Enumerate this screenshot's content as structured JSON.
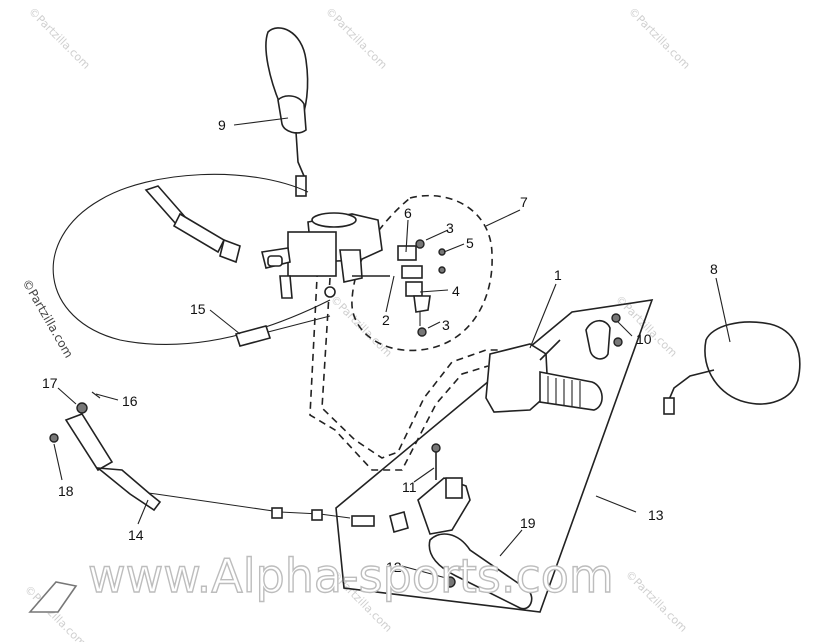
{
  "callouts": [
    {
      "id": "1",
      "label": "1"
    },
    {
      "id": "2",
      "label": "2"
    },
    {
      "id": "3a",
      "label": "3"
    },
    {
      "id": "3b",
      "label": "3"
    },
    {
      "id": "4",
      "label": "4"
    },
    {
      "id": "5",
      "label": "5"
    },
    {
      "id": "6",
      "label": "6"
    },
    {
      "id": "7",
      "label": "7"
    },
    {
      "id": "8",
      "label": "8"
    },
    {
      "id": "9",
      "label": "9"
    },
    {
      "id": "10",
      "label": "10"
    },
    {
      "id": "11",
      "label": "11"
    },
    {
      "id": "12",
      "label": "12"
    },
    {
      "id": "13",
      "label": "13"
    },
    {
      "id": "14",
      "label": "14"
    },
    {
      "id": "15",
      "label": "15"
    },
    {
      "id": "16",
      "label": "16"
    },
    {
      "id": "17",
      "label": "17"
    },
    {
      "id": "18",
      "label": "18"
    },
    {
      "id": "19",
      "label": "19"
    }
  ],
  "watermarks": {
    "small": "©Partzilla.com",
    "large": "www.Alpha-sports.com"
  }
}
